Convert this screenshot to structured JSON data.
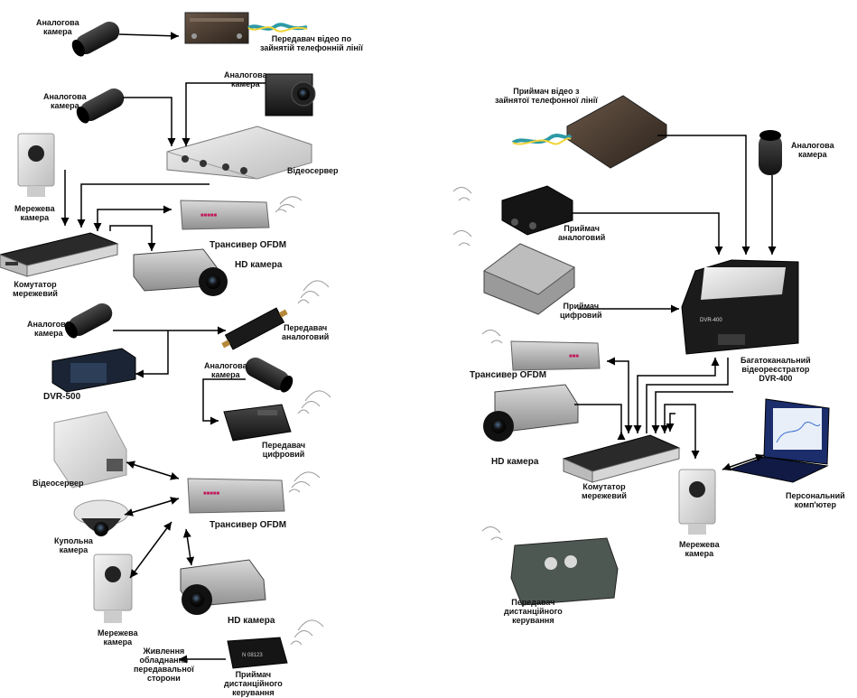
{
  "labels": {
    "analog_camera": "Аналогова\nкамера",
    "phone_line_tx": "Передавач відео по\nзайнятій телефонній лінії",
    "phone_line_rx": "Приймач відео з\nзайнятої телефонної лінії",
    "video_server": "Відеосервер",
    "network_camera": "Мережева\nкамера",
    "ofdm_transceiver": "Трансивер OFDM",
    "hd_camera": "HD камера",
    "network_switch": "Комутатор\nмережевий",
    "analog_transmitter": "Передавач\nаналоговий",
    "dvr500": "DVR-500",
    "digital_transmitter": "Передавач\nцифровий",
    "dome_camera": "Купольна\nкамера",
    "power_supply": "Живлення\nобладнання\nпередавальної\nсторони",
    "remote_rx": "Приймач\nдистанційного\nкерування",
    "remote_tx": "Передавач\nдистанційного\nкерування",
    "analog_receiver": "Приймач\nаналоговий",
    "digital_receiver": "Приймач\nцифровий",
    "dvr400": "Багатоканальний\nвідеореєстратор\nDVR-400",
    "pc": "Персональний\nкомп'ютер",
    "device_dvr_text": "DVR-400",
    "remote_rx_serial": "N 08123"
  },
  "colors": {
    "device_dark": "#1c1c1c",
    "device_gray": "#8a8a8a",
    "arrow": "#000000",
    "accent_magenta": "#c2185b",
    "wire_teal": "#2e9aa6",
    "wire_yellow": "#f2d335"
  }
}
